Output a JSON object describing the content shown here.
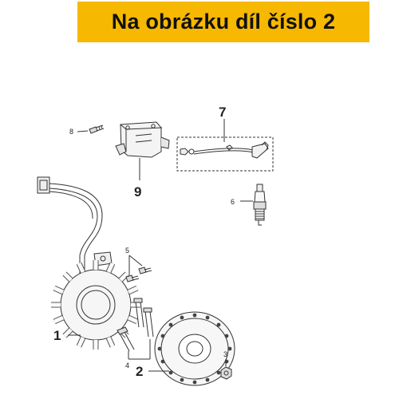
{
  "banner": {
    "title": "Na obrázku díl číslo 2",
    "bg": "#f6b800"
  },
  "callouts": {
    "p1": "1",
    "p2": "2",
    "p3": "3",
    "p4": "4",
    "p5": "5",
    "p6": "6",
    "p7": "7",
    "p8": "8",
    "p9": "9"
  },
  "parts": {
    "stator": "stator-coil-icon",
    "flywheel": "flywheel-rotor-icon",
    "ignition_coil": "ignition-coil-icon",
    "hv_cable": "spark-plug-cable-icon",
    "spark_plug": "spark-plug-icon",
    "screws": "screw-icon",
    "nut": "nut-icon"
  }
}
